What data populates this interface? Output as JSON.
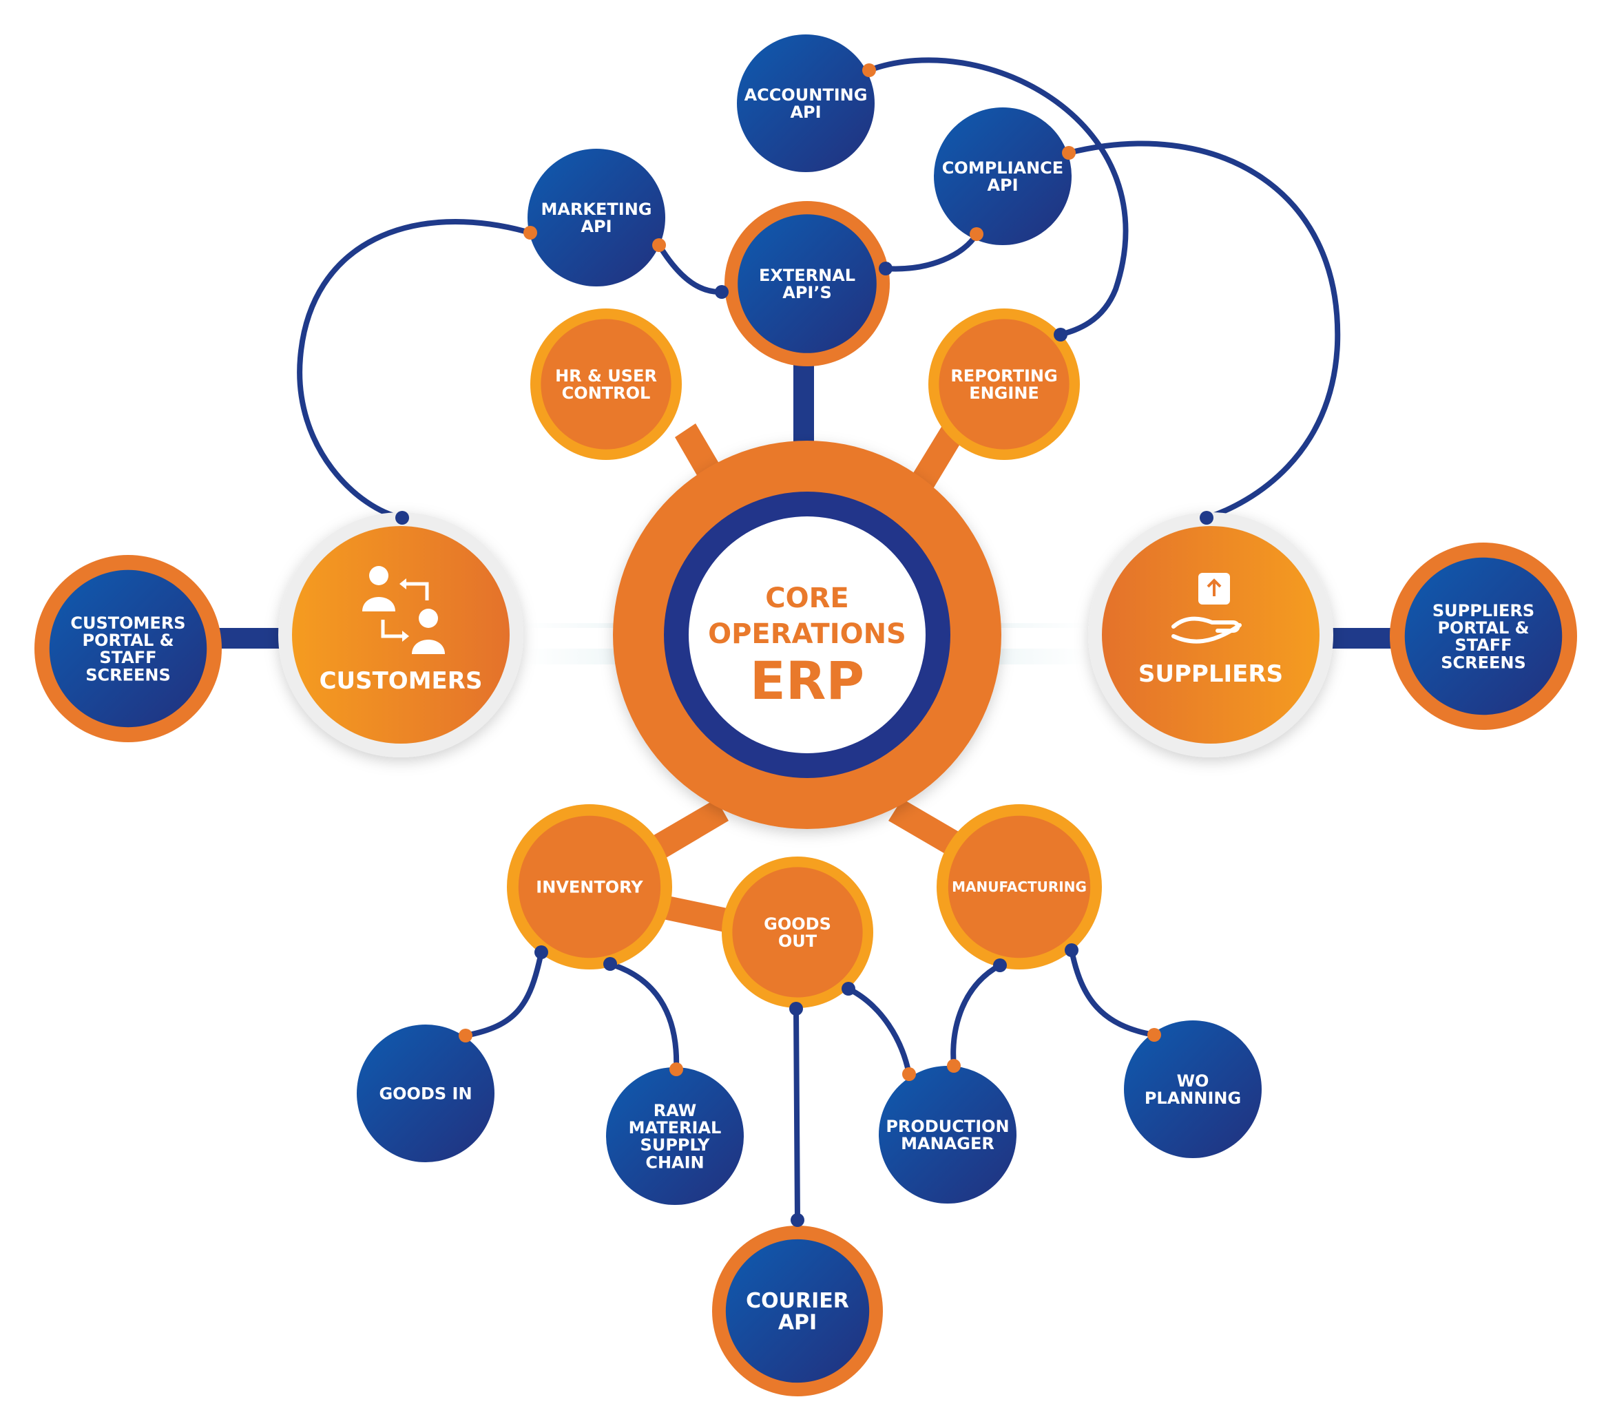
{
  "colors": {
    "navy": "#1f3a8a",
    "blue_light": "#1e5bb0",
    "orange": "#e9792b",
    "orange_light": "#f6a01f",
    "white": "#ffffff"
  },
  "center": {
    "line1": "CORE",
    "line2": "OPERATIONS",
    "line3": "ERP"
  },
  "customers": {
    "label": "CUSTOMERS",
    "icon": "people-exchange-icon"
  },
  "suppliers": {
    "label": "SUPPLIERS",
    "icon": "hand-upload-icon"
  },
  "nodes": {
    "accounting_api": [
      "ACCOUNTING",
      "API"
    ],
    "compliance_api": [
      "COMPLIANCE",
      "API"
    ],
    "marketing_api": [
      "MARKETING",
      "API"
    ],
    "external_apis": [
      "EXTERNAL",
      "API’S"
    ],
    "hr_user_control": [
      "HR & USER",
      "CONTROL"
    ],
    "reporting_engine": [
      "REPORTING",
      "ENGINE"
    ],
    "customers_portal": [
      "CUSTOMERS",
      "PORTAL &",
      "STAFF",
      "SCREENS"
    ],
    "suppliers_portal": [
      "SUPPLIERS",
      "PORTAL &",
      "STAFF",
      "SCREENS"
    ],
    "inventory": [
      "INVENTORY"
    ],
    "goods_out": [
      "GOODS",
      "OUT"
    ],
    "manufacturing": [
      "MANUFACTURING"
    ],
    "goods_in": [
      "GOODS IN"
    ],
    "raw_material": [
      "RAW",
      "MATERIAL",
      "SUPPLY",
      "CHAIN"
    ],
    "production_manager": [
      "PRODUCTION",
      "MANAGER"
    ],
    "wo_planning": [
      "WO",
      "PLANNING"
    ],
    "courier_api": [
      "COURIER",
      "API"
    ]
  }
}
